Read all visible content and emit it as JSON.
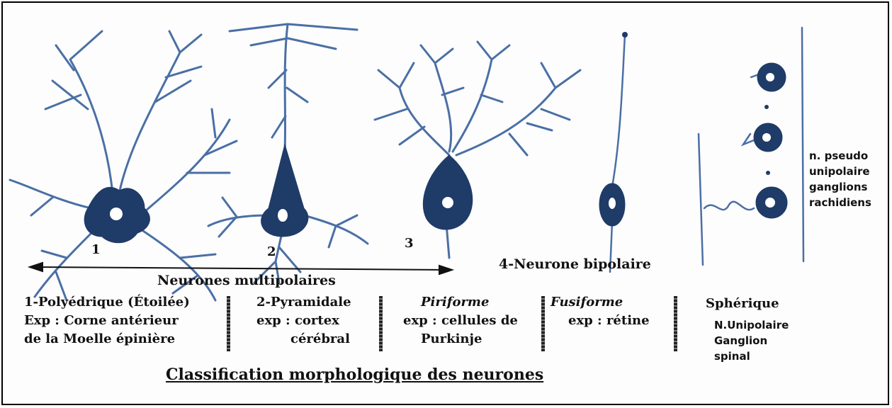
{
  "figure": {
    "numbers": [
      "1",
      "2",
      "3"
    ],
    "group_label": "Neurones multipolaires",
    "bipolar_label": "4-Neurone bipolaire",
    "pseudo_label": [
      "n. pseudo",
      "unipolaire",
      "ganglions",
      "rachidiens"
    ],
    "columns": [
      {
        "title": "1-Polyédrique (Étoilée)",
        "lines": [
          "Exp : Corne antérieur",
          "de la Moelle épinière"
        ]
      },
      {
        "title": "2-Pyramidale",
        "lines": [
          "exp : cortex",
          "cérébral"
        ]
      },
      {
        "title": "Piriforme",
        "lines": [
          "exp : cellules de",
          "Purkinje"
        ]
      },
      {
        "title": "Fusiforme",
        "lines": [
          "exp : rétine"
        ]
      },
      {
        "title": "Sphérique",
        "lines": [
          "N.Unipolaire",
          "Ganglion",
          "spinal"
        ]
      }
    ],
    "caption": "Classification morphologique des neurones",
    "colors": {
      "neuron": "#1f3b68",
      "dendrite": "#4a6fa5",
      "nucleus": "#ffffff"
    }
  }
}
